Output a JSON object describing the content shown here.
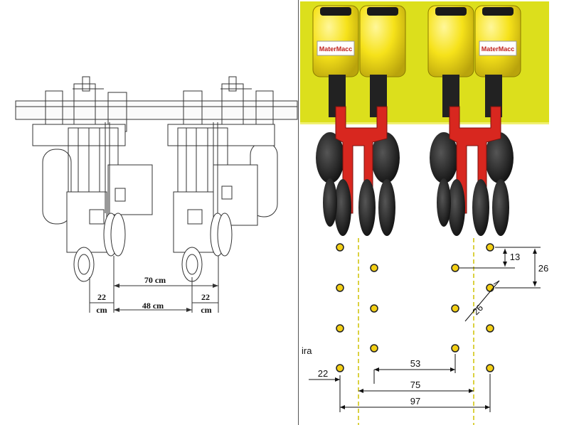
{
  "left_drawing": {
    "dim_center": "70 cm",
    "dim_inner": "48 cm",
    "dim_left_top": "22",
    "dim_left_bottom": "cm",
    "dim_right_top": "22",
    "dim_right_bottom": "cm"
  },
  "right_panel": {
    "brand_label": "MaterMacc",
    "colors": {
      "background": "#dcdf1c",
      "hopper": "#f6e21a",
      "frame": "#d8271f",
      "seed": "#f3cf14"
    },
    "dims": {
      "d13": "13",
      "d26_right": "26",
      "d26_diag": "26",
      "d53": "53",
      "d22": "22",
      "d75": "75",
      "d97": "97"
    },
    "edge_text": "ira"
  }
}
